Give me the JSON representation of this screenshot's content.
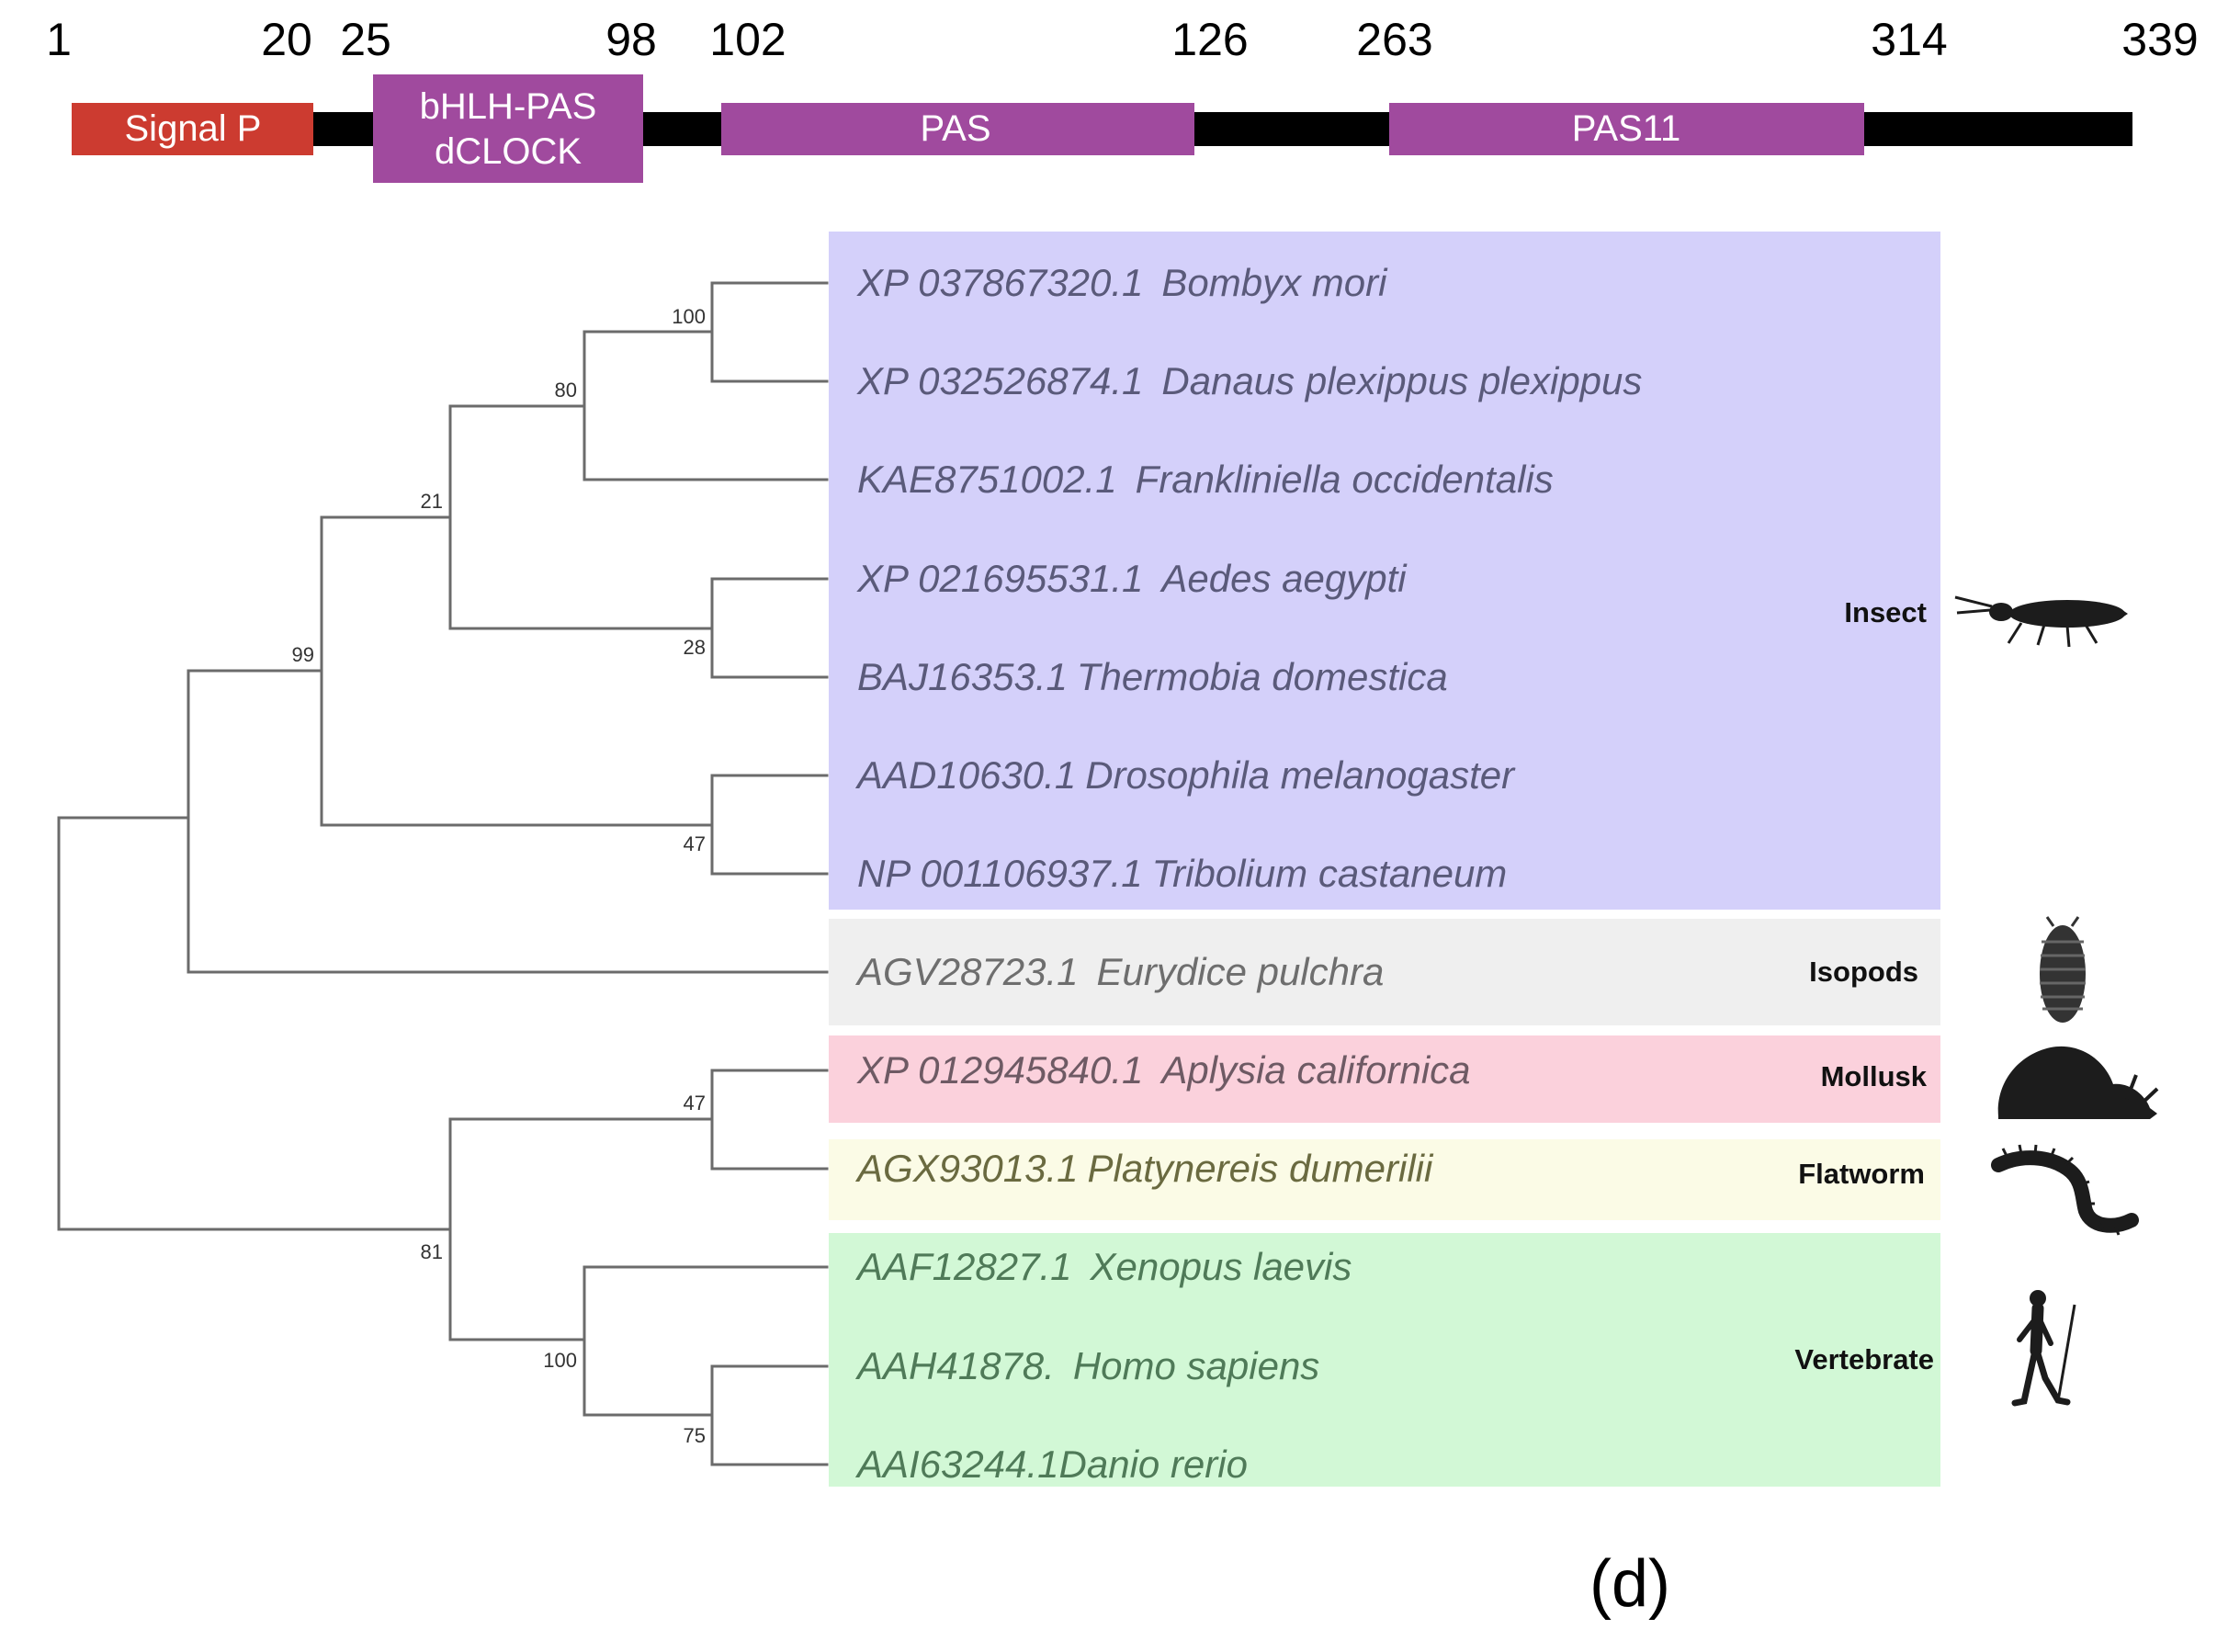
{
  "domain_bar": {
    "positions": [
      "1",
      "20",
      "25",
      "98",
      "102",
      "126",
      "263",
      "314",
      "339"
    ],
    "domains": [
      {
        "id": "signal-p",
        "lines": [
          "Signal P"
        ],
        "color": "#cc3b30"
      },
      {
        "id": "bhlh-pas",
        "lines": [
          "bHLH-PAS",
          "dCLOCK"
        ],
        "color": "#a04a9e"
      },
      {
        "id": "pas",
        "lines": [
          "PAS"
        ],
        "color": "#a04a9e"
      },
      {
        "id": "pas11",
        "lines": [
          "PAS11"
        ],
        "color": "#a04a9e"
      }
    ],
    "backbone_color": "#000000"
  },
  "tree": {
    "taxa": [
      {
        "accession": "XP 037867320.1",
        "species": "Bombyx mori"
      },
      {
        "accession": "XP 032526874.1",
        "species": "Danaus plexippus plexippus"
      },
      {
        "accession": "KAE8751002.1",
        "species": "Frankliniella occidentalis"
      },
      {
        "accession": "XP 021695531.1",
        "species": "Aedes aegypti"
      },
      {
        "accession": "BAJ16353.1",
        "species": "Thermobia domestica"
      },
      {
        "accession": "AAD10630.1",
        "species": "Drosophila melanogaster"
      },
      {
        "accession": "NP 001106937.1",
        "species": "Tribolium castaneum"
      },
      {
        "accession": "AGV28723.1",
        "species": "Eurydice pulchra"
      },
      {
        "accession": "XP 012945840.1",
        "species": "Aplysia californica"
      },
      {
        "accession": "AGX93013.1",
        "species": "Platynereis dumerilii"
      },
      {
        "accession": "AAF12827.1",
        "species": "Xenopus laevis"
      },
      {
        "accession": "AAH41878.",
        "species": "Homo sapiens"
      },
      {
        "accession": "AAI63244.1",
        "species": "Danio rerio"
      }
    ],
    "bootstrap": [
      "100",
      "80",
      "21",
      "28",
      "99",
      "47",
      "47",
      "81",
      "100",
      "75"
    ]
  },
  "groups": [
    {
      "name": "Insect",
      "color": "#d4d0fa",
      "icon": "insect-icon"
    },
    {
      "name": "Isopods",
      "color": "#efefef",
      "icon": "isopod-icon"
    },
    {
      "name": "Mollusk",
      "color": "#fbd1dc",
      "icon": "mollusk-icon"
    },
    {
      "name": "Flatworm",
      "color": "#fbfbe6",
      "icon": "flatworm-icon"
    },
    {
      "name": "Vertebrate",
      "color": "#d2f8d6",
      "icon": "human-icon"
    }
  ],
  "panel_label": "(d)"
}
